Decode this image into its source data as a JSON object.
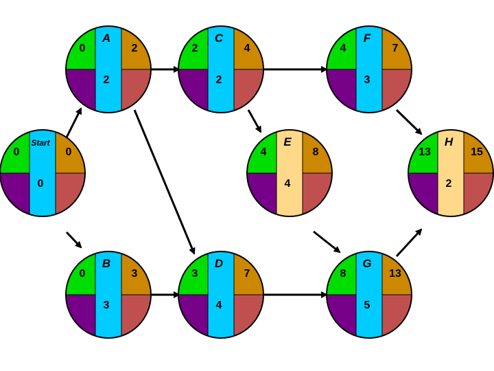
{
  "colors": {
    "early_start": "#00dd00",
    "early_finish": "#cc8800",
    "late_start": "#770088",
    "late_finish": "#c05050",
    "duration_critical": "#00ccff",
    "duration_noncritical": "#ffd98a",
    "arrow": "#000000",
    "outline": "#000000"
  },
  "nodes": [
    {
      "id": "start",
      "name": "Start",
      "es": "0",
      "ef": "0",
      "duration": "0",
      "critical": true
    },
    {
      "id": "A",
      "name": "A",
      "es": "0",
      "ef": "2",
      "duration": "2",
      "critical": true
    },
    {
      "id": "B",
      "name": "B",
      "es": "0",
      "ef": "3",
      "duration": "3",
      "critical": true
    },
    {
      "id": "C",
      "name": "C",
      "es": "2",
      "ef": "4",
      "duration": "2",
      "critical": true
    },
    {
      "id": "D",
      "name": "D",
      "es": "3",
      "ef": "7",
      "duration": "4",
      "critical": true
    },
    {
      "id": "E",
      "name": "E",
      "es": "4",
      "ef": "8",
      "duration": "4",
      "critical": false
    },
    {
      "id": "F",
      "name": "F",
      "es": "4",
      "ef": "7",
      "duration": "3",
      "critical": true
    },
    {
      "id": "G",
      "name": "G",
      "es": "8",
      "ef": "13",
      "duration": "5",
      "critical": true
    },
    {
      "id": "H",
      "name": "H",
      "es": "13",
      "ef": "15",
      "duration": "2",
      "critical": false
    }
  ],
  "edges": [
    {
      "from": "start",
      "to": "A"
    },
    {
      "from": "start",
      "to": "B"
    },
    {
      "from": "A",
      "to": "C"
    },
    {
      "from": "A",
      "to": "D"
    },
    {
      "from": "B",
      "to": "D"
    },
    {
      "from": "C",
      "to": "F"
    },
    {
      "from": "C",
      "to": "E"
    },
    {
      "from": "D",
      "to": "G"
    },
    {
      "from": "E",
      "to": "G"
    },
    {
      "from": "F",
      "to": "H"
    },
    {
      "from": "G",
      "to": "H"
    }
  ]
}
